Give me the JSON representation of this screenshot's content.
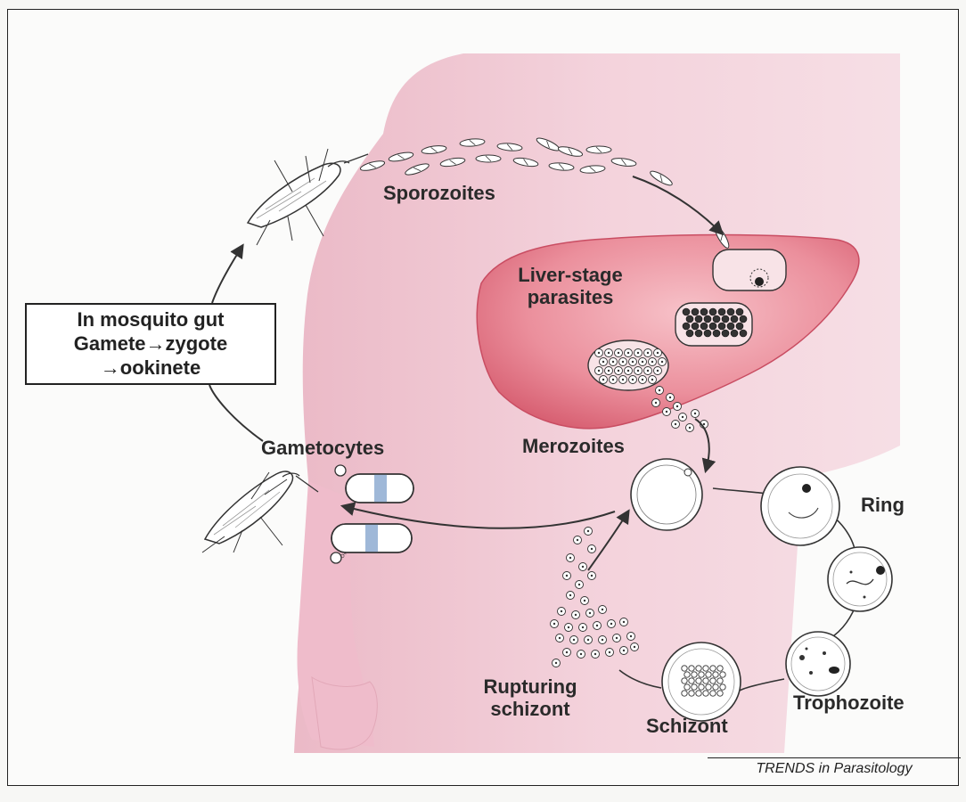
{
  "diagram": {
    "stages": {
      "sporozoites": "Sporozoites",
      "liver_stage": [
        "Liver-stage",
        "parasites"
      ],
      "merozoites": "Merozoites",
      "gametocytes": "Gametocytes",
      "ring": "Ring",
      "trophozoite": "Trophozoite",
      "schizont": "Schizont",
      "rupturing_schizont": [
        "Rupturing",
        "schizont"
      ]
    },
    "mosquito_box": [
      "In mosquito gut",
      "Gamete→zygote",
      "→ookinete"
    ],
    "gametocyte_symbols": {
      "female": "♀",
      "male": "♂"
    },
    "credit": "TRENDS in Parasitology"
  },
  "colors": {
    "body": "#f0c7d2",
    "liver_light": "#f3a9b4",
    "liver_dark": "#d85f72",
    "outline": "#333333"
  }
}
